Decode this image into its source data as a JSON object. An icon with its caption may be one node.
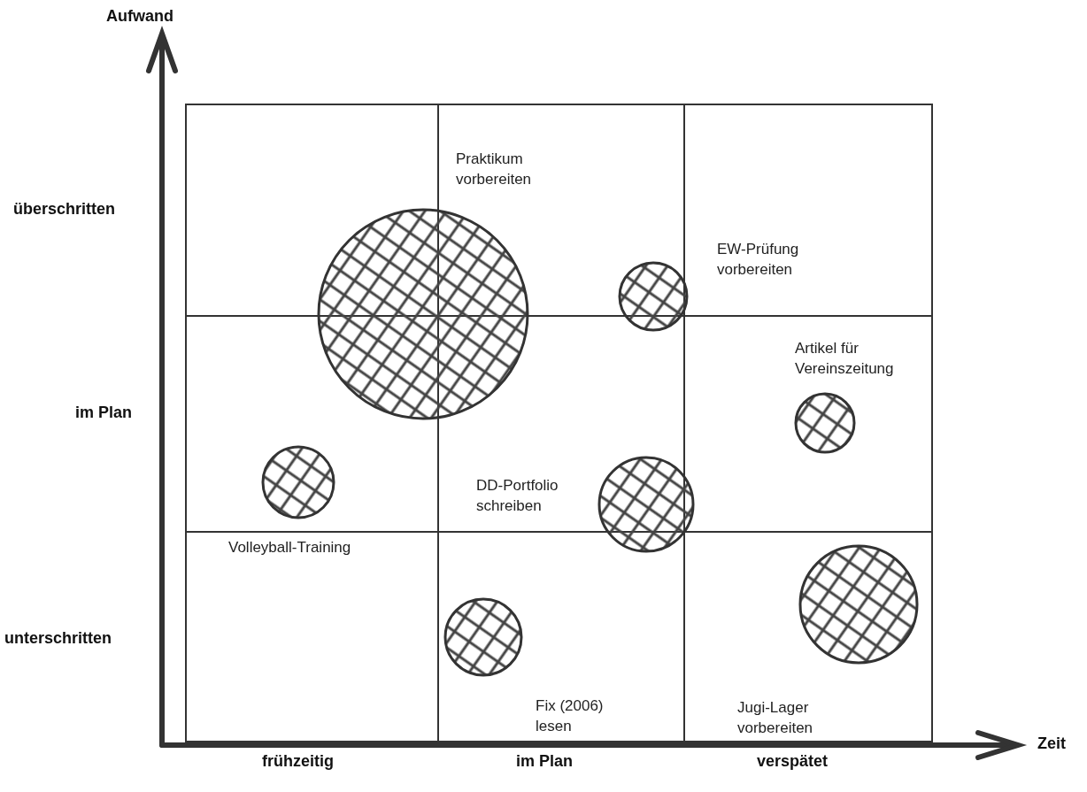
{
  "diagram": {
    "nodes": [
      {
        "text": [],
        "shape": "circle",
        "beside": [
          "Praktikum vorbereiten"
        ]
      },
      {
        "text": [],
        "shape": "circle",
        "beside": [
          "EW-Prüfung vorbereiten"
        ]
      },
      {
        "text": [],
        "shape": "circle",
        "beside": [
          "Artikel für Vereinszeitung"
        ]
      },
      {
        "text": [],
        "shape": "circle",
        "beside": [
          "Volleyball-Training"
        ]
      },
      {
        "text": [],
        "shape": "circle",
        "beside": [
          "DD-Portfolio schreiben"
        ]
      },
      {
        "text": [],
        "shape": "circle",
        "beside": [
          "Jugi-Lager vorbereiten"
        ]
      },
      {
        "text": [],
        "shape": "circle",
        "beside": [
          "Fix (2006) lesen"
        ]
      }
    ],
    "labels": [
      "Aufwand",
      "überschritten",
      "im Plan",
      "unterschritten",
      "Zeit",
      "frühzeitig",
      "im Plan",
      "verspätet"
    ]
  }
}
